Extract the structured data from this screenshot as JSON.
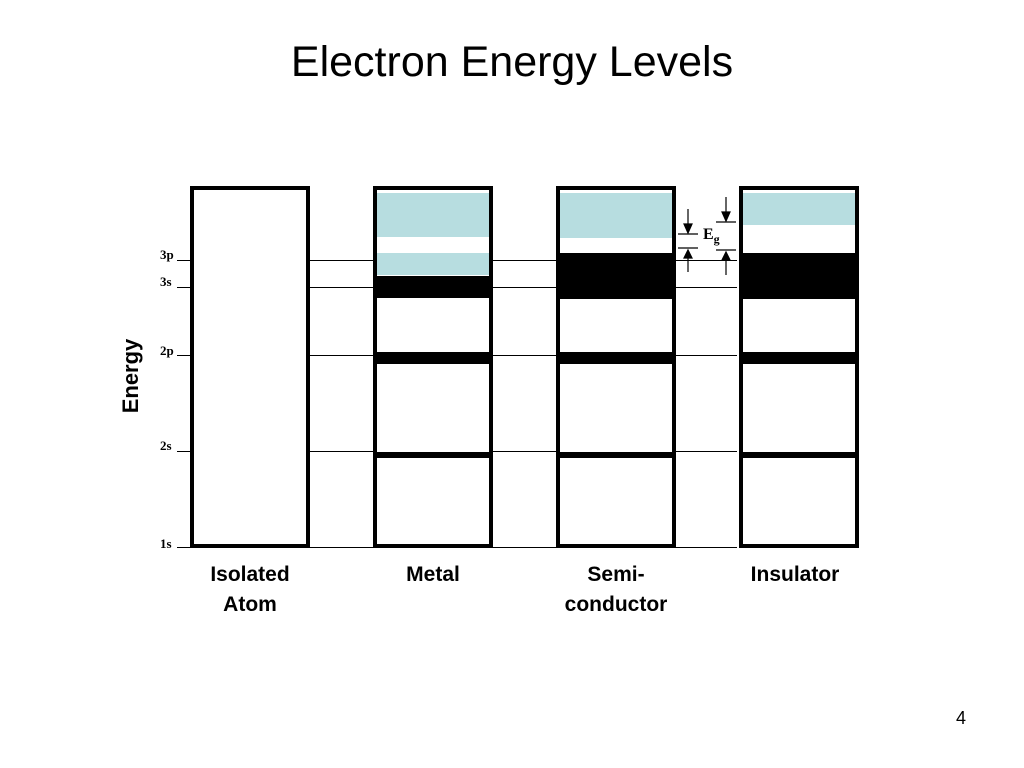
{
  "slide": {
    "title": "Electron Energy Levels",
    "page_number": "4"
  },
  "axis": {
    "label": "Energy"
  },
  "levels": [
    "3p",
    "3s",
    "2p",
    "2s",
    "1s"
  ],
  "columns": [
    {
      "label": "Isolated\nAtom"
    },
    {
      "label": "Metal"
    },
    {
      "label": "Semi-\nconductor"
    },
    {
      "label": "Insulator"
    }
  ],
  "gap": {
    "symbol": "E",
    "subscript": "g"
  },
  "colors": {
    "empty_band": "#b7dde0",
    "filled_band": "#000000",
    "background": "#ffffff"
  }
}
